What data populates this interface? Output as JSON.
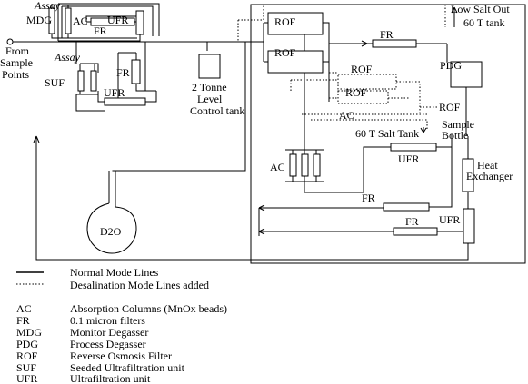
{
  "labels": {
    "assay_top": "Assay",
    "assay_mid": "Assay",
    "mdg": "MDG",
    "ac_top": "AC",
    "ufr_top": "UFR",
    "fr_top": "FR",
    "from_sample_1": "From",
    "from_sample_2": "Sample",
    "from_sample_3": "Points",
    "suf": "SUF",
    "fr_mid": "FR",
    "ufr_mid": "UFR",
    "tank2_1": "2 Tonne",
    "tank2_2": "Level",
    "tank2_3": "Control tank",
    "d2o": "D2O",
    "rof_1": "ROF",
    "rof_2": "ROF",
    "fr_right": "FR",
    "low_salt_1": "Low Salt Out",
    "low_salt_2": "60 T tank",
    "pdg": "PDG",
    "rof_d1": "ROF",
    "rof_d2": "ROF",
    "rof_d3": "ROF",
    "ac_dotted": "AC",
    "sample_1": "Sample",
    "sample_2": "Bottle",
    "salt_tank": "60 T  Salt Tank",
    "ac_low": "AC",
    "ufr_right": "UFR",
    "heat_1": "Heat",
    "heat_2": "Exchanger",
    "fr_low1": "FR",
    "fr_low2": "FR",
    "ufr_low": "UFR"
  },
  "legend": {
    "lines": [
      {
        "style": "solid",
        "label": "Normal Mode Lines"
      },
      {
        "style": "dotted",
        "label": "Desalination Mode Lines added"
      }
    ],
    "abbreviations": [
      {
        "abbr": "AC",
        "desc": "Absorption Columns (MnOx beads)"
      },
      {
        "abbr": "FR",
        "desc": "0.1 micron filters"
      },
      {
        "abbr": "MDG",
        "desc": "Monitor Degasser"
      },
      {
        "abbr": "PDG",
        "desc": "Process Degasser"
      },
      {
        "abbr": "ROF",
        "desc": "Reverse Osmosis Filter"
      },
      {
        "abbr": "SUF",
        "desc": "Seeded Ultrafiltration unit"
      },
      {
        "abbr": "UFR",
        "desc": "Ultrafiltration unit"
      }
    ]
  }
}
